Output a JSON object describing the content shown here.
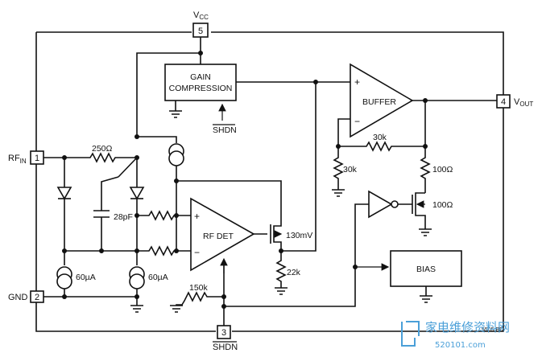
{
  "pins": {
    "vcc": {
      "label": "V",
      "sub": "CC",
      "number": "5"
    },
    "rfin": {
      "label": "RF",
      "sub": "IN",
      "number": "1"
    },
    "gnd": {
      "label": "GND",
      "number": "2"
    },
    "shdn": {
      "label": "SHDN",
      "number": "3"
    },
    "vout": {
      "label": "V",
      "sub": "OUT",
      "number": "4"
    }
  },
  "blocks": {
    "gain_compression_line1": "GAIN",
    "gain_compression_line2": "COMPRESSION",
    "gain_shdn": "SHDN",
    "buffer": "BUFFER",
    "rf_det": "RF DET",
    "bias": "BIAS",
    "plus": "+",
    "minus": "−"
  },
  "components": {
    "r_250": "250Ω",
    "c_28p": "28pF",
    "i_60a": "60µA",
    "i_60b": "60µA",
    "r_150k": "150k",
    "v_130m": "130mV",
    "r_22k": "22k",
    "r_30k_fb": "30k",
    "r_30k_gnd": "30k",
    "r_100a": "100Ω",
    "r_100b": "100Ω"
  },
  "watermark": {
    "chinese": "家电维修资料网",
    "url": "520101.com",
    "code": "5505 BD"
  },
  "colors": {
    "ink": "#111111",
    "watermark": "#4a9fd8"
  }
}
